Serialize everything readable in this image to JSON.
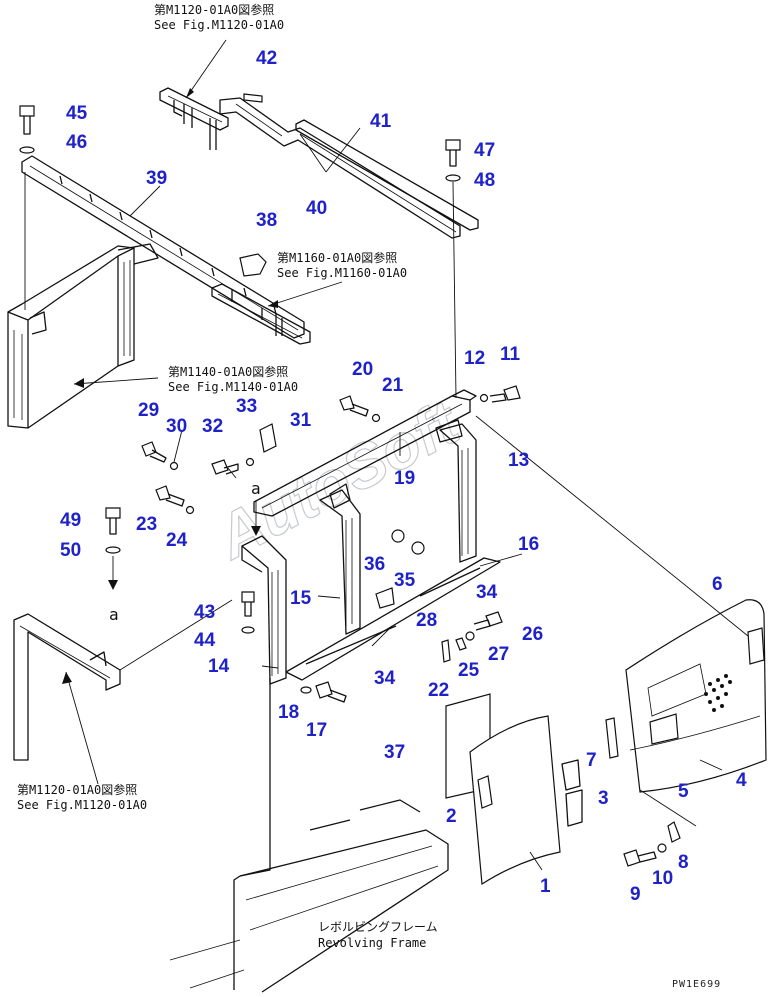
{
  "diagram": {
    "references": {
      "m1120_top_jp": "第M1120-01A0図参照",
      "m1120_top_en": "See Fig.M1120-01A0",
      "m1160_jp": "第M1160-01A0図参照",
      "m1160_en": "See Fig.M1160-01A0",
      "m1140_jp": "第M1140-01A0図参照",
      "m1140_en": "See Fig.M1140-01A0",
      "m1120_bottom_jp": "第M1120-01A0図参照",
      "m1120_bottom_en": "See Fig.M1120-01A0",
      "frame_jp": "レボルビングフレーム",
      "frame_en": "Revolving Frame"
    },
    "letter_a": "a",
    "drawing_code": "PW1E699",
    "watermark": "AutoSoft",
    "callouts": {
      "c1": "1",
      "c2": "2",
      "c3": "3",
      "c4": "4",
      "c5": "5",
      "c6": "6",
      "c7": "7",
      "c8": "8",
      "c9": "9",
      "c10": "10",
      "c11": "11",
      "c12": "12",
      "c13": "13",
      "c14": "14",
      "c15": "15",
      "c16": "16",
      "c17": "17",
      "c18": "18",
      "c19": "19",
      "c20": "20",
      "c21": "21",
      "c22": "22",
      "c23": "23",
      "c24": "24",
      "c25": "25",
      "c26": "26",
      "c27": "27",
      "c28": "28",
      "c29": "29",
      "c30": "30",
      "c31": "31",
      "c32": "32",
      "c33": "33",
      "c34a": "34",
      "c34b": "34",
      "c35": "35",
      "c36": "36",
      "c37": "37",
      "c38": "38",
      "c39": "39",
      "c40": "40",
      "c41": "41",
      "c42": "42",
      "c43": "43",
      "c44": "44",
      "c45": "45",
      "c46": "46",
      "c47": "47",
      "c48": "48",
      "c49": "49",
      "c50": "50"
    }
  }
}
